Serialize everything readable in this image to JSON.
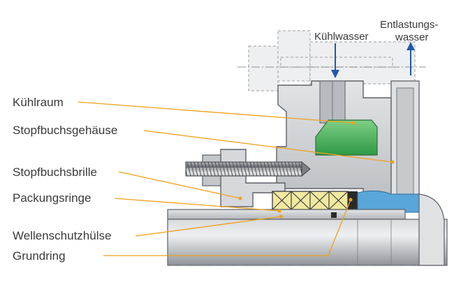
{
  "labels": {
    "kuehlraum": "Kühlraum",
    "stopfbuchsgehaeuse": "Stopfbuchsgehäuse",
    "stopfbuchsbrille": "Stopfbuchsbrille",
    "packungsringe": "Packungsringe",
    "wellenschutzhuelse": "Wellenschutzhülse",
    "grundring": "Grundring"
  },
  "top_labels": {
    "kuehlwasser": "Kühlwasser",
    "entlastung_line1": "Entlastungs-",
    "entlastung_line2": "wasser"
  },
  "colors": {
    "leader": "#f0a01e",
    "arrow": "#1f5aa8",
    "cooling_chamber": "#3fae56",
    "packing": "#f1e9a0",
    "seal_blue": "#5aa6d8",
    "housing": "#c9ccd0",
    "shaft": "#a9adb2"
  }
}
